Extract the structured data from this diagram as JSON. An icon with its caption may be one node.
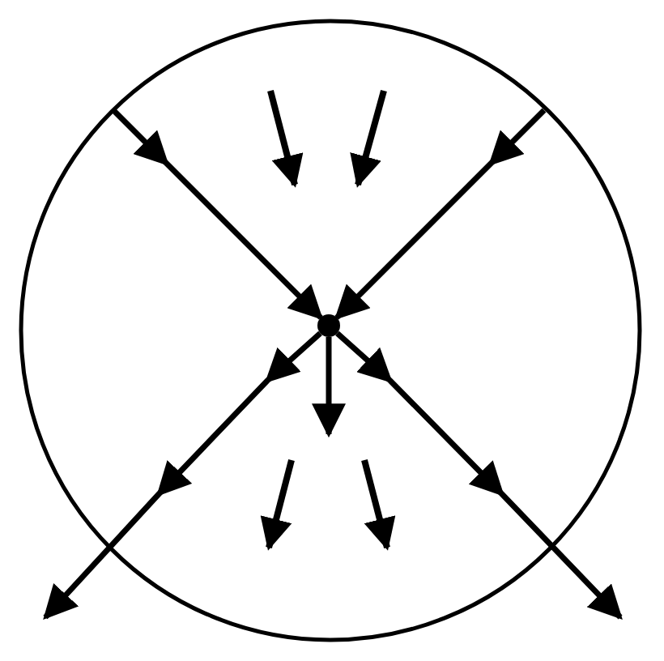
{
  "diagram": {
    "nodes": [
      {
        "text": [],
        "shape": "circle"
      },
      {
        "text": [],
        "shape": "circle",
        "in": 0
      }
    ],
    "edges": [
      {
        "from": null,
        "to": 1,
        "arrow": "to"
      },
      {
        "from": null,
        "to": 1,
        "arrow": "to"
      },
      {
        "from": 1,
        "to": null,
        "arrow": "to"
      },
      {
        "from": 1,
        "to": null,
        "arrow": "to"
      },
      {
        "from": 1,
        "to": null,
        "arrow": "to"
      }
    ]
  }
}
